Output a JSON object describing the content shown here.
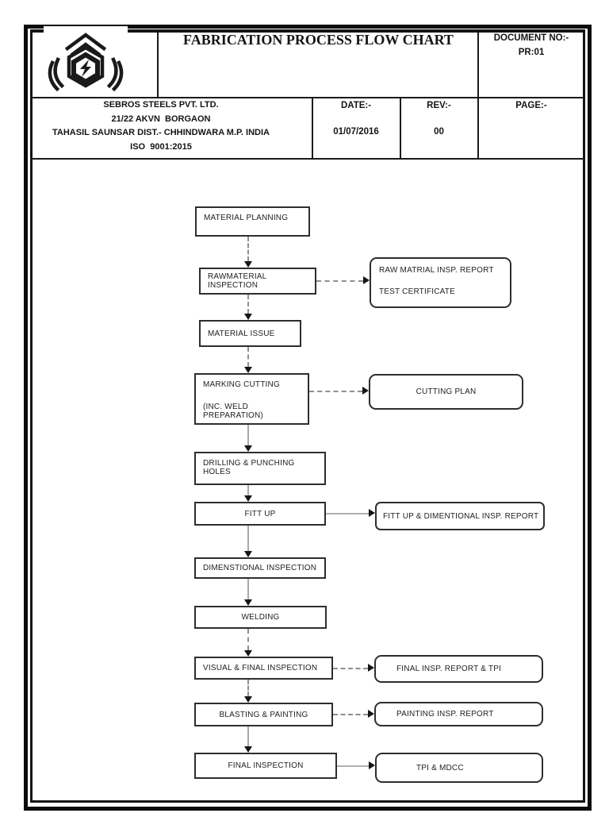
{
  "colors": {
    "ink": "#141414",
    "box_border": "#2e2e2e",
    "connector_gray": "#8f8f8f"
  },
  "header": {
    "logo_icon": "hexagon-bolt-logo",
    "title": "FABRICATION PROCESS FLOW CHART",
    "document_no_label": "DOCUMENT NO:-",
    "document_no_value": "PR:01",
    "company_lines": [
      "SEBROS STEELS PVT. LTD.",
      "21/22 AKVN  BORGAON",
      "TAHASIL SAUNSAR DIST.- CHHINDWARA M.P. INDIA",
      "ISO  9001:2015"
    ],
    "date_label": "DATE:-",
    "date_value": "01/07/2016",
    "rev_label": "REV:-",
    "rev_value": "00",
    "page_label": "PAGE:-"
  },
  "flow": {
    "nodes": [
      {
        "label": "MATERIAL PLANNING"
      },
      {
        "label": "RAWMATERIAL INSPECTION"
      },
      {
        "label": "MATERIAL ISSUE"
      },
      {
        "label": "MARKING CUTTING",
        "label2": "(INC. WELD PREPARATION)"
      },
      {
        "label": "DRILLING & PUNCHING HOLES"
      },
      {
        "label": "FITT UP"
      },
      {
        "label": "DIMENSTIONAL INSPECTION"
      },
      {
        "label": "WELDING"
      },
      {
        "label": "VISUAL & FINAL INSPECTION"
      },
      {
        "label": "BLASTING & PAINTING"
      },
      {
        "label": "FINAL INSPECTION"
      }
    ],
    "side_boxes": [
      {
        "line1": "RAW MATRIAL INSP. REPORT",
        "line2": "TEST CERTIFICATE"
      },
      {
        "label": "CUTTING PLAN"
      },
      {
        "label": "FITT UP & DIMENTIONAL INSP. REPORT"
      },
      {
        "label": "FINAL INSP. REPORT & TPI"
      },
      {
        "label": "PAINTING INSP. REPORT"
      },
      {
        "label": "TPI & MDCC"
      }
    ]
  }
}
